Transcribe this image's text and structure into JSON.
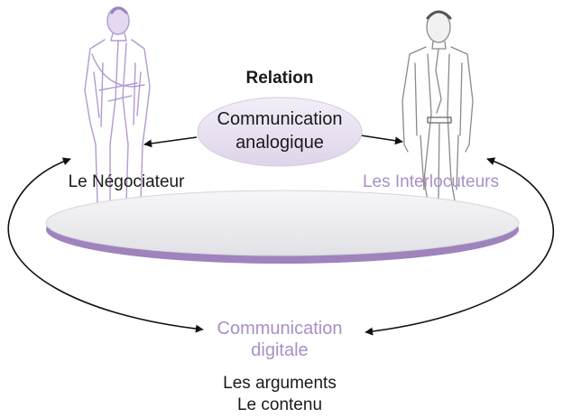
{
  "diagram": {
    "relation_label": "Relation",
    "analog_communication": [
      "Communication",
      "analogique"
    ],
    "negotiator_label": "Le Négociateur",
    "interlocutors_label": "Les Interlocuteurs",
    "digital_communication": [
      "Communication",
      "digitale"
    ],
    "content_labels": [
      "Les arguments",
      "Le contenu"
    ]
  },
  "colors": {
    "accent_purple": "#a98fc6",
    "analog_bubble_fill": "#ebe3f2",
    "disc_top": "#efeff2",
    "disc_rim": "#9e83bd",
    "sketch_gray": "#8a8a8a",
    "text_dark": "#1a1a1a"
  },
  "icons": {
    "negotiator_figure": "man-in-suit-sketch-icon",
    "interlocutor_figure": "man-in-suit-sketch-icon"
  }
}
